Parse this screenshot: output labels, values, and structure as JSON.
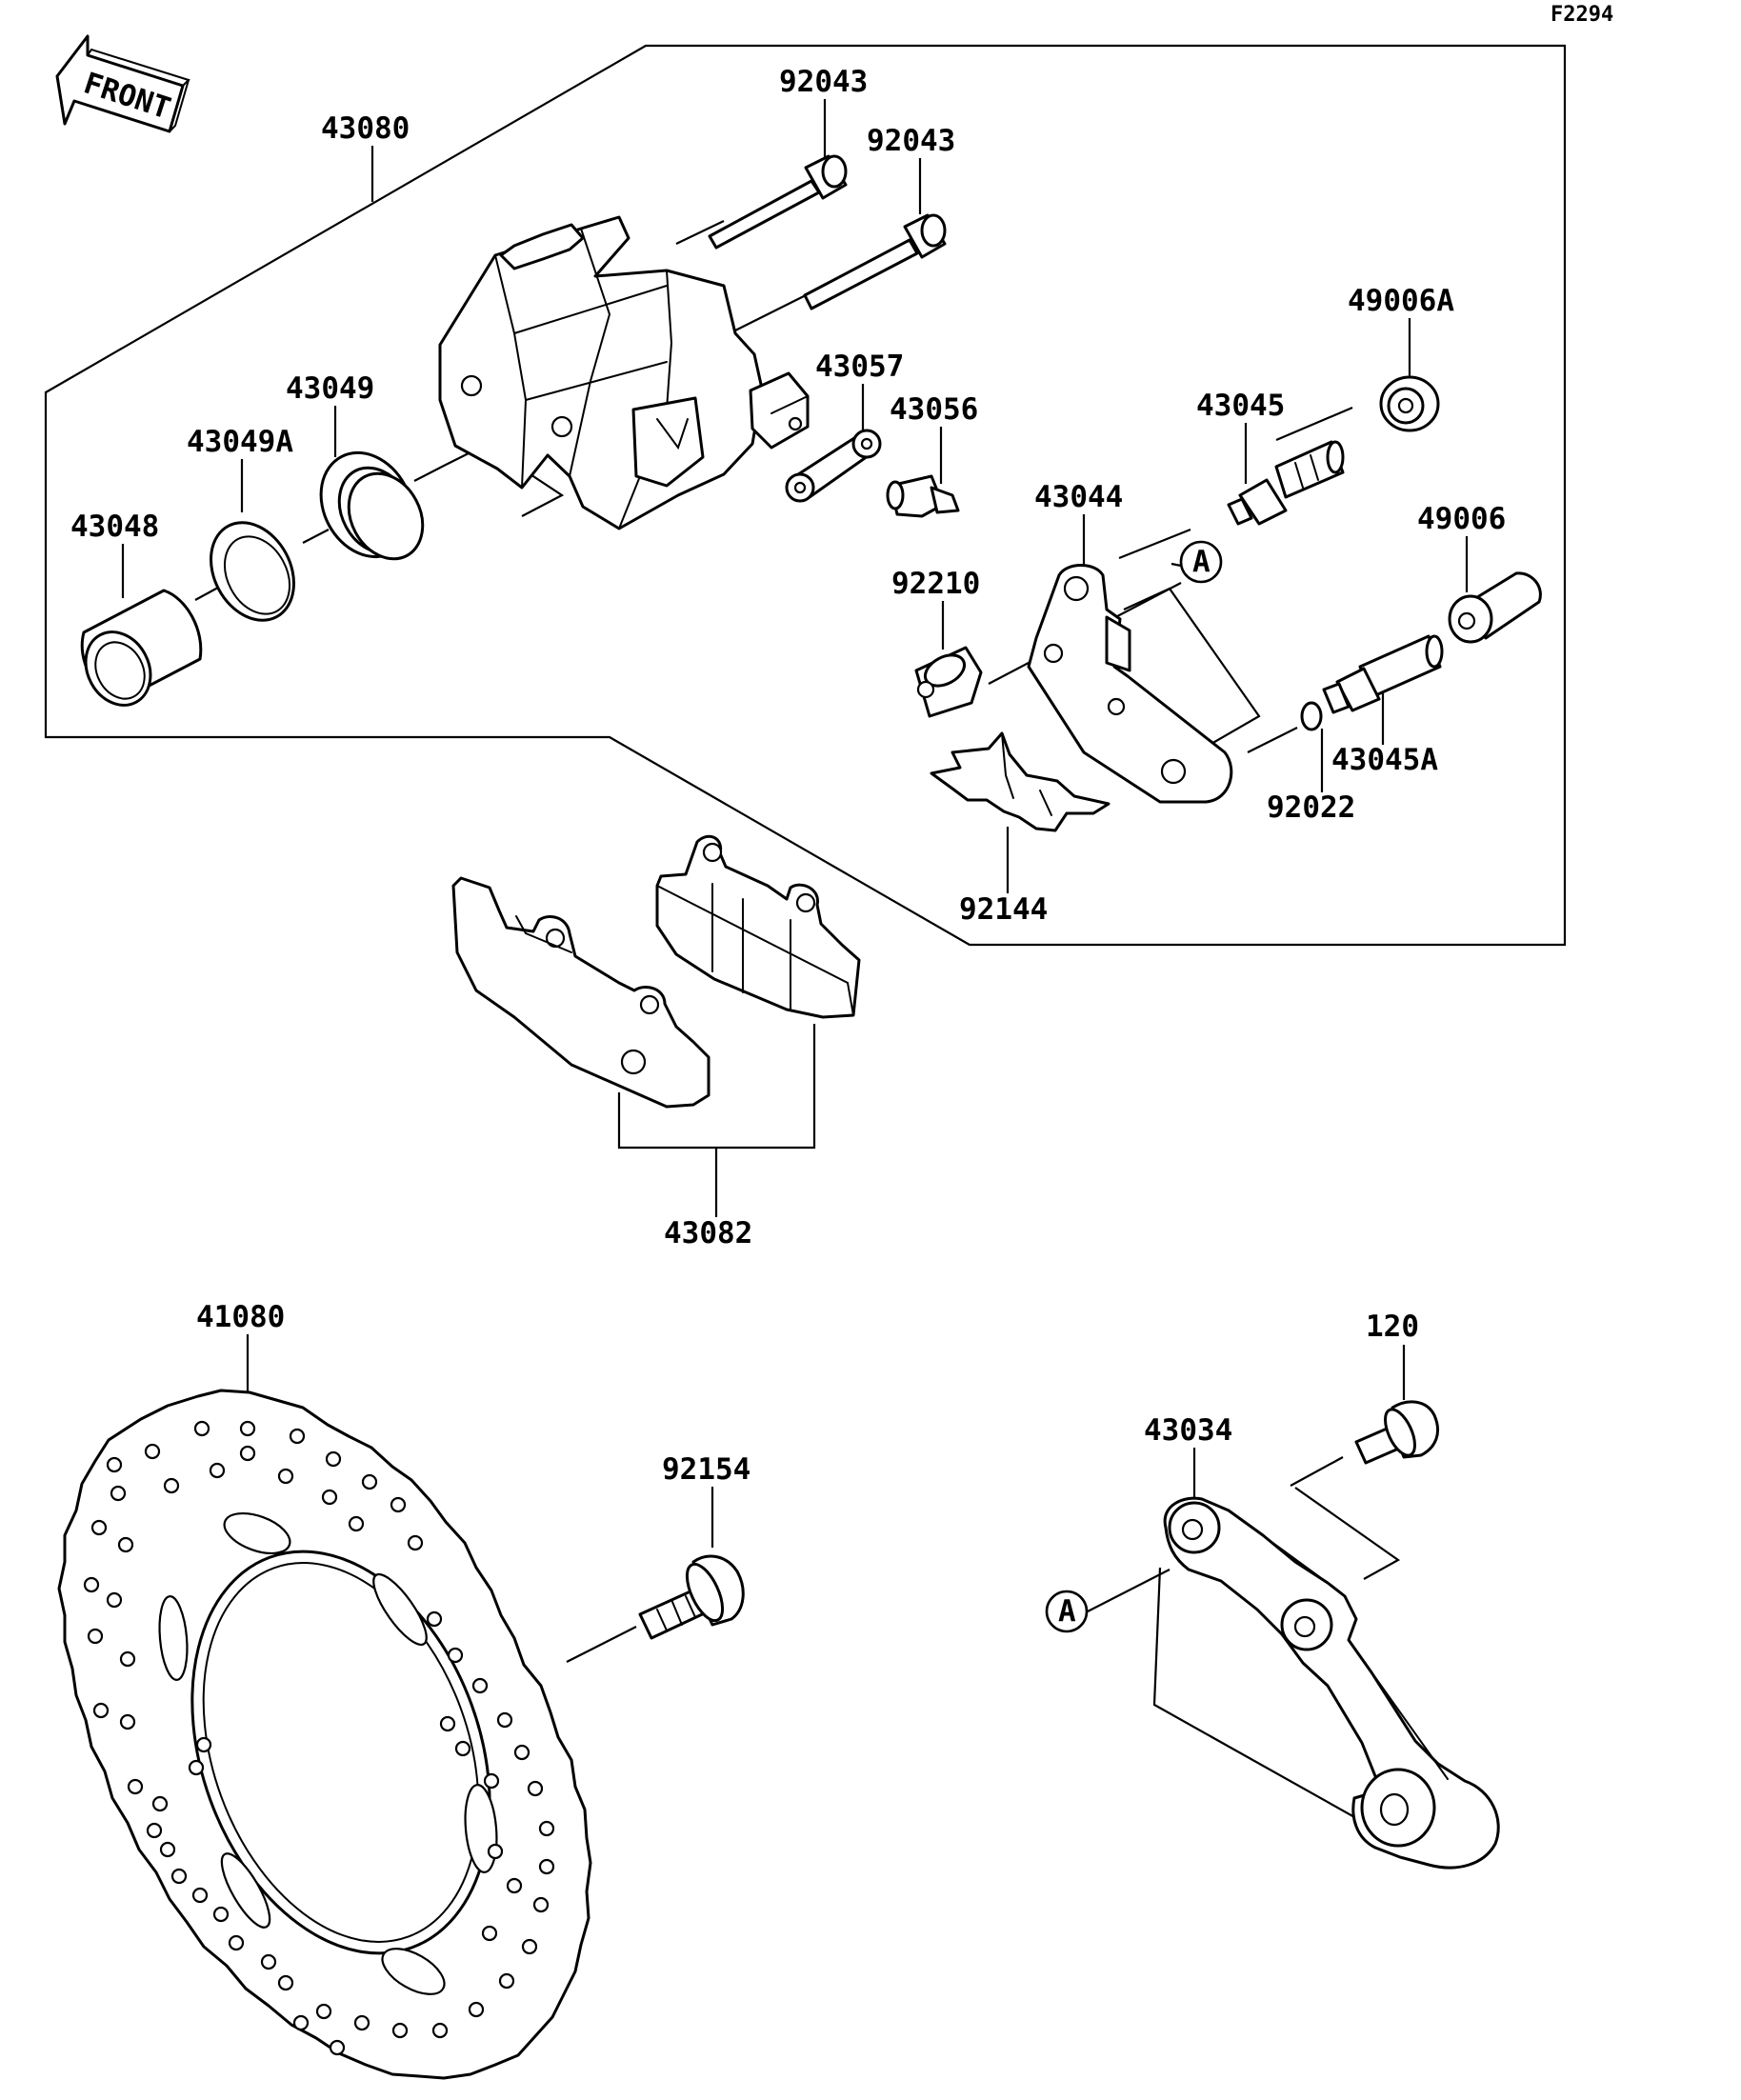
{
  "figure_code": "F2294",
  "front_label": "FRONT",
  "ref_marker": "A",
  "parts": [
    {
      "id": "92043a",
      "label": "92043",
      "description": "caliper slide pin (upper)"
    },
    {
      "id": "92043b",
      "label": "92043",
      "description": "caliper slide pin (lower)"
    },
    {
      "id": "43080",
      "label": "43080",
      "description": "caliper assembly"
    },
    {
      "id": "49006A",
      "label": "49006A",
      "description": "rubber boot"
    },
    {
      "id": "43057",
      "label": "43057",
      "description": "caliper bracket link"
    },
    {
      "id": "43049",
      "label": "43049",
      "description": "piston seal"
    },
    {
      "id": "43056",
      "label": "43056",
      "description": "bleed valve"
    },
    {
      "id": "43045",
      "label": "43045",
      "description": "caliper shaft"
    },
    {
      "id": "43049A",
      "label": "43049A",
      "description": "dust seal"
    },
    {
      "id": "43044",
      "label": "43044",
      "description": "caliper holder"
    },
    {
      "id": "49006",
      "label": "49006",
      "description": "dust boot"
    },
    {
      "id": "43048",
      "label": "43048",
      "description": "piston"
    },
    {
      "id": "92210",
      "label": "92210",
      "description": "bolt"
    },
    {
      "id": "43045A",
      "label": "43045A",
      "description": "caliper shaft"
    },
    {
      "id": "92022",
      "label": "92022",
      "description": "washer / circlip"
    },
    {
      "id": "92144",
      "label": "92144",
      "description": "pad spring"
    },
    {
      "id": "43082",
      "label": "43082",
      "description": "brake pad set"
    },
    {
      "id": "41080",
      "label": "41080",
      "description": "brake disc"
    },
    {
      "id": "120",
      "label": "120",
      "description": "bolt"
    },
    {
      "id": "43034",
      "label": "43034",
      "description": "torque link"
    },
    {
      "id": "92154",
      "label": "92154",
      "description": "disc bolt"
    }
  ],
  "colors": {
    "line": "#000000",
    "background": "#ffffff"
  }
}
